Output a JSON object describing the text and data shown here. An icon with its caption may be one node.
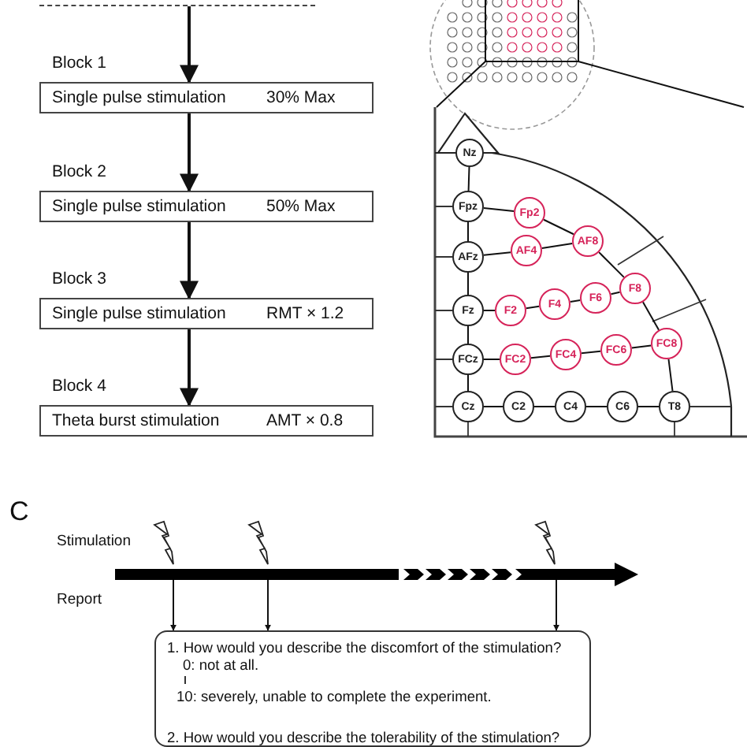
{
  "diagram": {
    "nodes": [
      {
        "text": [],
        "shape": "box"
      },
      {
        "text": [
          "Block 1",
          "Single pulse stimulation",
          "30% Max"
        ]
      },
      {
        "text": [
          "Block 2",
          "Single pulse stimulation",
          "50% Max"
        ]
      },
      {
        "text": [
          "Block 3",
          "Single pulse stimulation",
          "RMT × 1.2"
        ]
      },
      {
        "text": [
          "Block 4",
          "Theta burst stimulation",
          "AMT × 0.8"
        ]
      },
      {
        "text": [
          "Nz"
        ]
      },
      {
        "text": [
          "Fpz"
        ]
      },
      {
        "text": [
          "Fp2"
        ]
      },
      {
        "text": [
          "AFz"
        ]
      },
      {
        "text": [
          "AF4"
        ]
      },
      {
        "text": [
          "AF8"
        ]
      },
      {
        "text": [
          "Fz"
        ]
      },
      {
        "text": [
          "F2"
        ]
      },
      {
        "text": [
          "F4"
        ]
      },
      {
        "text": [
          "F6"
        ]
      },
      {
        "text": [
          "F8"
        ]
      },
      {
        "text": [
          "FCz"
        ]
      },
      {
        "text": [
          "FC2"
        ]
      },
      {
        "text": [
          "FC4"
        ]
      },
      {
        "text": [
          "FC6"
        ]
      },
      {
        "text": [
          "FC8"
        ]
      },
      {
        "text": [
          "Cz"
        ]
      },
      {
        "text": [
          "C2"
        ]
      },
      {
        "text": [
          "C4"
        ]
      },
      {
        "text": [
          "C6"
        ]
      },
      {
        "text": [
          "T8"
        ]
      },
      {
        "text": [
          "1. How would you describe the discomfort of the stimulation?",
          "0: not at all.",
          "10: severely, unable to complete the experiment.",
          "2. How would you describe the tolerability of the stimulation?"
        ]
      }
    ],
    "edges": [
      {
        "from": 0,
        "to": 1,
        "arrow": "to"
      },
      {
        "from": 1,
        "to": 2,
        "arrow": "to"
      },
      {
        "from": 2,
        "to": 3,
        "arrow": "to"
      },
      {
        "from": 3,
        "to": 4,
        "arrow": "to"
      },
      {
        "from": 5,
        "to": 6,
        "arrow": "none"
      },
      {
        "from": 6,
        "to": 8,
        "arrow": "none"
      },
      {
        "from": 8,
        "to": 11,
        "arrow": "none"
      },
      {
        "from": 11,
        "to": 16,
        "arrow": "none"
      },
      {
        "from": 16,
        "to": 21,
        "arrow": "none"
      },
      {
        "from": 6,
        "to": 7,
        "arrow": "none"
      },
      {
        "from": 7,
        "to": 10,
        "arrow": "none"
      },
      {
        "from": 8,
        "to": 9,
        "arrow": "none"
      },
      {
        "from": 9,
        "to": 10,
        "arrow": "none"
      },
      {
        "from": 10,
        "to": 15,
        "arrow": "none"
      },
      {
        "from": 11,
        "to": 12,
        "arrow": "none"
      },
      {
        "from": 12,
        "to": 13,
        "arrow": "none"
      },
      {
        "from": 13,
        "to": 14,
        "arrow": "none"
      },
      {
        "from": 14,
        "to": 15,
        "arrow": "none"
      },
      {
        "from": 15,
        "to": 20,
        "arrow": "none"
      },
      {
        "from": 16,
        "to": 17,
        "arrow": "none"
      },
      {
        "from": 17,
        "to": 18,
        "arrow": "none"
      },
      {
        "from": 18,
        "to": 19,
        "arrow": "none"
      },
      {
        "from": 19,
        "to": 20,
        "arrow": "none"
      },
      {
        "from": 20,
        "to": 25,
        "arrow": "none"
      },
      {
        "from": 21,
        "to": 22,
        "arrow": "none"
      },
      {
        "from": 22,
        "to": 23,
        "arrow": "none"
      },
      {
        "from": 23,
        "to": 24,
        "arrow": "none"
      },
      {
        "from": 24,
        "to": 25,
        "arrow": "none"
      },
      {
        "from": null,
        "to": 26,
        "arrow": "to"
      },
      {
        "from": null,
        "to": 26,
        "arrow": "to"
      },
      {
        "from": null,
        "to": 26,
        "arrow": "to"
      }
    ],
    "labels": [
      "C",
      "Stimulation",
      "Report"
    ]
  }
}
